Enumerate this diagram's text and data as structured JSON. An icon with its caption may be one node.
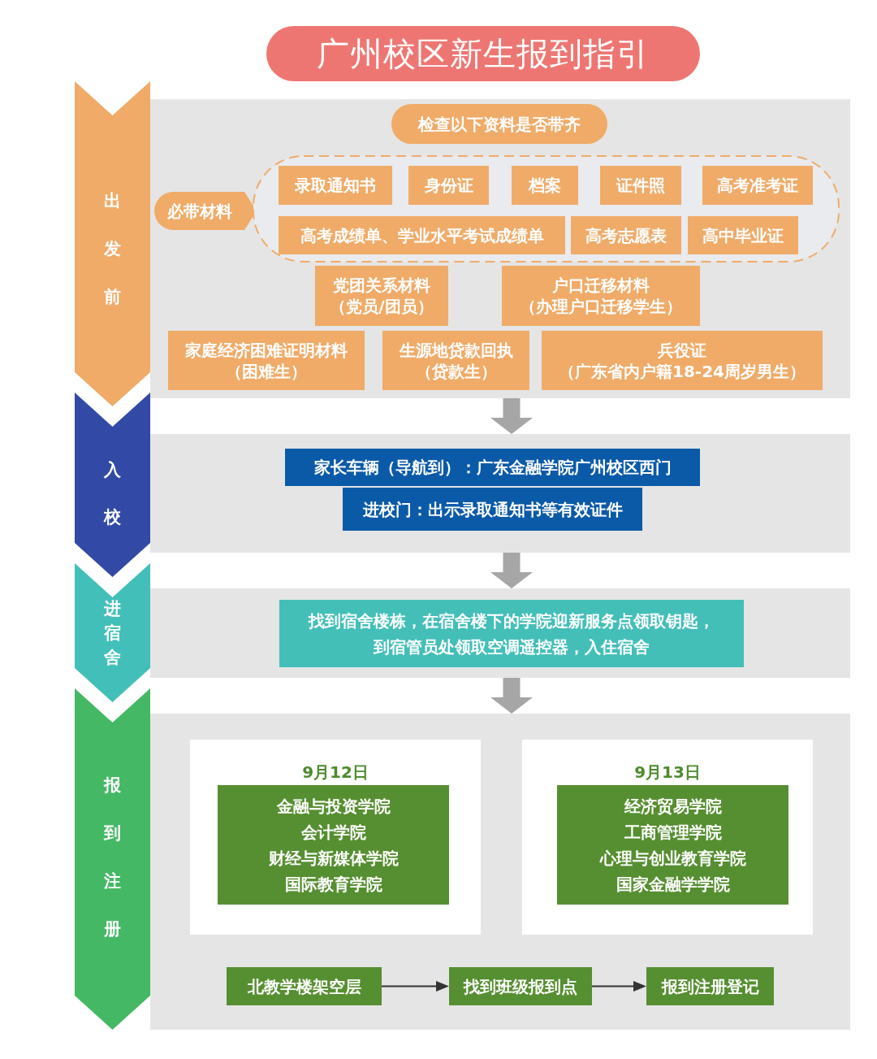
{
  "diagram": {
    "title": "广州校区新生报到指引",
    "nodes": [
      {
        "text": [
          "出发前"
        ]
      },
      {
        "text": [],
        "shape": "box"
      },
      {
        "text": [
          "检查以下资料是否带齐"
        ],
        "in": 1
      },
      {
        "text": [
          "必带材料"
        ],
        "in": 1
      },
      {
        "text": [],
        "shape": "box",
        "in": 1
      },
      {
        "text": [
          "录取通知书"
        ],
        "in": 4
      },
      {
        "text": [
          "身份证"
        ],
        "in": 4
      },
      {
        "text": [
          "档案"
        ],
        "in": 4
      },
      {
        "text": [
          "证件照"
        ],
        "in": 4
      },
      {
        "text": [
          "高考准考证"
        ],
        "in": 4
      },
      {
        "text": [
          "高考成绩单、学业水平考试成绩单"
        ],
        "in": 4
      },
      {
        "text": [
          "高考志愿表"
        ],
        "in": 4
      },
      {
        "text": [
          "高中毕业证"
        ],
        "in": 4
      },
      {
        "text": [
          "党团关系材料",
          "（党员/团员）"
        ],
        "in": 1
      },
      {
        "text": [
          "户口迁移材料",
          "（办理户口迁移学生）"
        ],
        "in": 1
      },
      {
        "text": [
          "家庭经济困难证明材料",
          "（困难生）"
        ],
        "in": 1
      },
      {
        "text": [
          "生源地贷款回执",
          "（贷款生）"
        ],
        "in": 1
      },
      {
        "text": [
          "兵役证",
          "（广东省内户籍18-24周岁男生）"
        ],
        "in": 1
      },
      {
        "text": [
          "入校"
        ]
      },
      {
        "text": [],
        "shape": "box"
      },
      {
        "text": [
          "家长车辆（导航到）：广东金融学院广州校区西门"
        ],
        "in": 19
      },
      {
        "text": [
          "进校门：出示录取通知书等有效证件"
        ],
        "in": 19
      },
      {
        "text": [
          "进宿舍"
        ]
      },
      {
        "text": [],
        "shape": "box"
      },
      {
        "text": [
          "找到宿舍楼栋，在宿舍楼下的学院迎新服务点领取钥匙，到宿管员处领取空调遥控器，入住宿舍"
        ],
        "in": 23
      },
      {
        "text": [
          "报到注册"
        ]
      },
      {
        "text": [],
        "shape": "box"
      },
      {
        "text": [
          "9月12日"
        ],
        "in": 26
      },
      {
        "text": [
          "金融与投资学院",
          "会计学院",
          "财经与新媒体学院",
          "国际教育学院"
        ],
        "in": 27
      },
      {
        "text": [
          "9月13日"
        ],
        "in": 26
      },
      {
        "text": [
          "经济贸易学院",
          "工商管理学院",
          "心理与创业教育学院",
          "国家金融学学院"
        ],
        "in": 29
      },
      {
        "text": [
          "北教学楼架空层"
        ],
        "in": 26
      },
      {
        "text": [
          "找到班级报到点"
        ],
        "in": 26
      },
      {
        "text": [
          "报到注册登记"
        ],
        "in": 26
      }
    ],
    "edges": [
      {
        "from": 1,
        "to": 19,
        "arrow": "to",
        "color": "#a6a6a6"
      },
      {
        "from": 19,
        "to": 23,
        "arrow": "to",
        "color": "#a6a6a6"
      },
      {
        "from": 23,
        "to": 26,
        "arrow": "to",
        "color": "#a6a6a6"
      },
      {
        "from": 31,
        "to": 32,
        "arrow": "to",
        "color": "#333333"
      },
      {
        "from": 32,
        "to": 33,
        "arrow": "to",
        "color": "#333333"
      }
    ]
  }
}
